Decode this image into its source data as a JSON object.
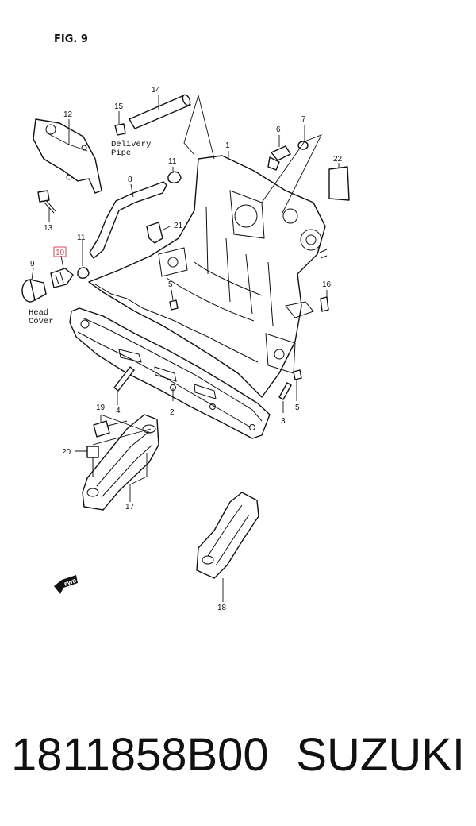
{
  "figure": {
    "title": "FIG. 9"
  },
  "callouts": [
    "1",
    "2",
    "3",
    "4",
    "5",
    "5",
    "6",
    "7",
    "8",
    "9",
    "10",
    "11",
    "11",
    "12",
    "13",
    "14",
    "15",
    "16",
    "17",
    "18",
    "19",
    "20",
    "21",
    "22"
  ],
  "highlighted_callout": "10",
  "annotations": {
    "delivery_pipe": [
      "Delivery",
      "Pipe"
    ],
    "head_cover": [
      "Head",
      "Cover"
    ],
    "fwd": "FWD"
  },
  "caption": {
    "part_number": "1811858B00",
    "brand": "SUZUKI"
  },
  "colors": {
    "highlight": "#d84a5a",
    "ink": "#111111"
  }
}
